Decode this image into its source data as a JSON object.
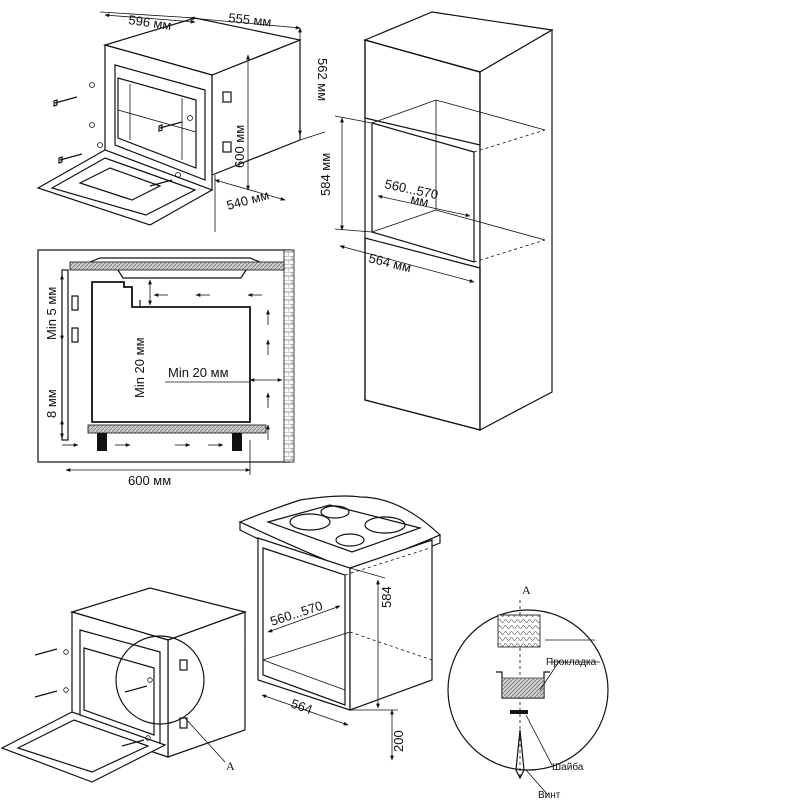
{
  "figure1": {
    "dim_width": "596 мм",
    "dim_depth": "555 мм",
    "dim_height_right": "562 мм",
    "dim_height_front": "600 мм",
    "dim_depth_bottom": "540 мм"
  },
  "figure2": {
    "dim_height": "584 мм",
    "dim_opening_1": "560...570",
    "dim_opening_2": "мм",
    "dim_width": "564 мм"
  },
  "figure3": {
    "min_top": "Min 5 мм",
    "min_back": "Min 20 мм",
    "min_side": "Min 20 мм",
    "gap_bottom": "8 мм",
    "width": "600 мм"
  },
  "figure4": {
    "callout_marker": "A"
  },
  "figure5": {
    "dim_opening": "560...570",
    "dim_height": "584",
    "dim_width": "564",
    "dim_bottom": "200"
  },
  "detail": {
    "marker": "A",
    "gasket": "Прокладка",
    "washer": "Шайба",
    "screw": "Винт"
  }
}
